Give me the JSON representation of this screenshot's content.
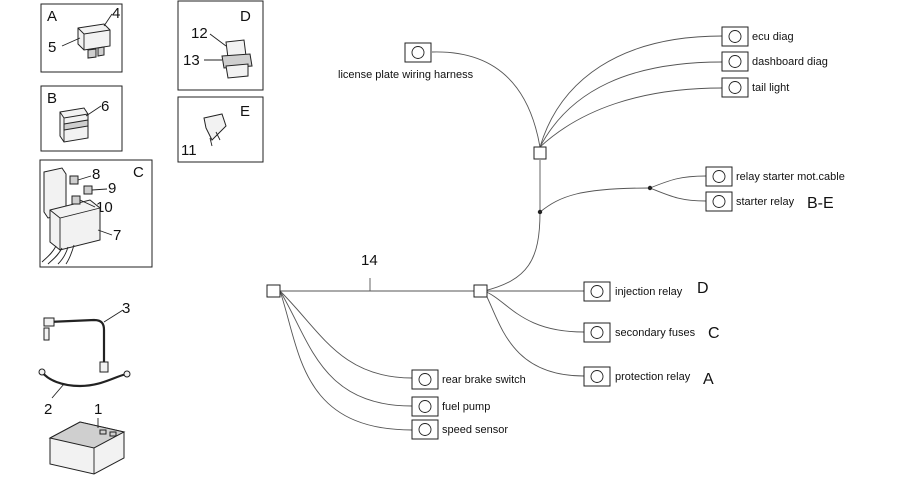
{
  "panels": {
    "A": {
      "letter": "A",
      "numbers": [
        "4",
        "5"
      ]
    },
    "B": {
      "letter": "B",
      "numbers": [
        "6"
      ]
    },
    "C": {
      "letter": "C",
      "numbers": [
        "8",
        "9",
        "10",
        "7"
      ]
    },
    "D": {
      "letter": "D",
      "numbers": [
        "12",
        "13"
      ]
    },
    "E": {
      "letter": "E",
      "numbers": [
        "11"
      ]
    }
  },
  "loose_parts": {
    "numbers": [
      "3",
      "2",
      "1"
    ]
  },
  "harness": {
    "number": "14",
    "connectors": [
      {
        "label": "license plate wiring harness",
        "suffix": ""
      },
      {
        "label": "ecu diag",
        "suffix": ""
      },
      {
        "label": "dashboard diag",
        "suffix": ""
      },
      {
        "label": "tail light",
        "suffix": ""
      },
      {
        "label": "relay starter mot.cable",
        "suffix": ""
      },
      {
        "label": "starter relay",
        "suffix": "B-E"
      },
      {
        "label": "injection relay",
        "suffix": "D"
      },
      {
        "label": "secondary fuses",
        "suffix": "C"
      },
      {
        "label": "protection relay",
        "suffix": "A"
      },
      {
        "label": "rear brake switch",
        "suffix": ""
      },
      {
        "label": "fuel pump",
        "suffix": ""
      },
      {
        "label": "speed sensor",
        "suffix": ""
      }
    ]
  }
}
